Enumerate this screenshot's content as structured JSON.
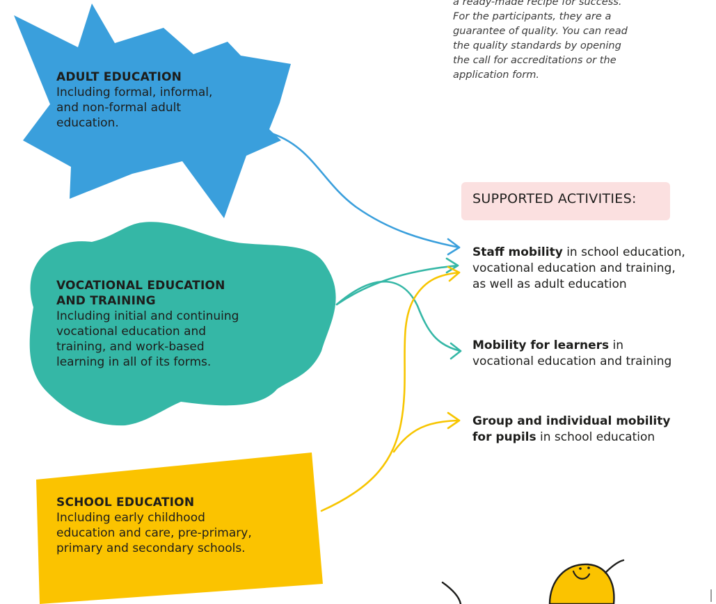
{
  "intro": {
    "line1": "a ready-made recipe for success.",
    "line2": "For the participants, they are a",
    "line3": "guarantee of quality. You can read",
    "line4": "the quality standards by opening",
    "line5": "the call for accreditations or the",
    "line6": "application form."
  },
  "boxes": {
    "adult": {
      "title": "ADULT EDUCATION",
      "lines": [
        "Including formal, informal,",
        "and non-formal adult",
        "education."
      ],
      "color": "#3a9fdc"
    },
    "vocational": {
      "title_line1": "VOCATIONAL EDUCATION",
      "title_line2": "AND TRAINING",
      "lines": [
        "Including initial and continuing",
        "vocational education and",
        "training, and work-based",
        "learning in all of its forms."
      ],
      "color": "#35b7a6"
    },
    "school": {
      "title": "SCHOOL EDUCATION",
      "lines": [
        "Including early childhood",
        "education and care, pre-primary,",
        "primary and secondary schools."
      ],
      "color": "#fbc300"
    }
  },
  "supported": {
    "heading": "SUPPORTED ACTIVITIES:",
    "heading_bg": "#fbe0e0"
  },
  "activities": {
    "staff": {
      "bold": "Staff mobility",
      "rest1": " in school education,",
      "line2": "vocational education and training,",
      "line3": "as well as adult education"
    },
    "learners": {
      "bold": "Mobility for learners",
      "rest1": " in",
      "line2": "vocational education and training"
    },
    "pupils": {
      "bold1": "Group and individual mobility",
      "bold2": "for pupils",
      "rest2": " in school education"
    }
  },
  "arrow_colors": {
    "adult": "#3a9fdc",
    "vocational": "#35b7a6",
    "school": "#f7c500"
  }
}
